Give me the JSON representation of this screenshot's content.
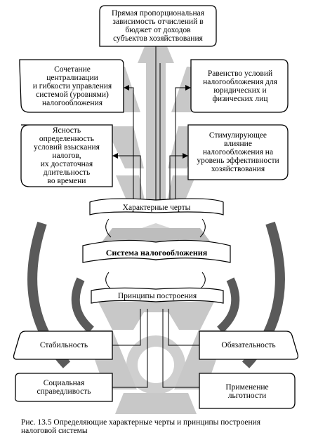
{
  "diagram": {
    "center": "Система налогообложения",
    "features_label": "Характерные черты",
    "principles_label": "Принципы построения",
    "features": [
      "Прямая пропорциональная\nзависимость отчислений в\nбюджет от доходов\nсубъектов хозяйствования",
      "Сочетание\nцентрализации\nи гибкости управления\nсистемой (уровнями)\nналогообложения",
      "Равенство условий\nналогообложения для\nюридических и\nфизических лиц",
      "Ясность\nопределенность\nусловий взыскания\nналогов,\nих достаточная\nдлительность\nво времени",
      "Стимулирующее\nвлияние\nналогообложения на\nуровень эффективности\nхозяйствования"
    ],
    "principles": [
      "Стабильность",
      "Обязательность",
      "Социальная\nсправедливость",
      "Применение\nльготности"
    ]
  },
  "caption": "Рис. 13.5 Определяющие характерные черты и принципы построения\n        налоговой системы"
}
